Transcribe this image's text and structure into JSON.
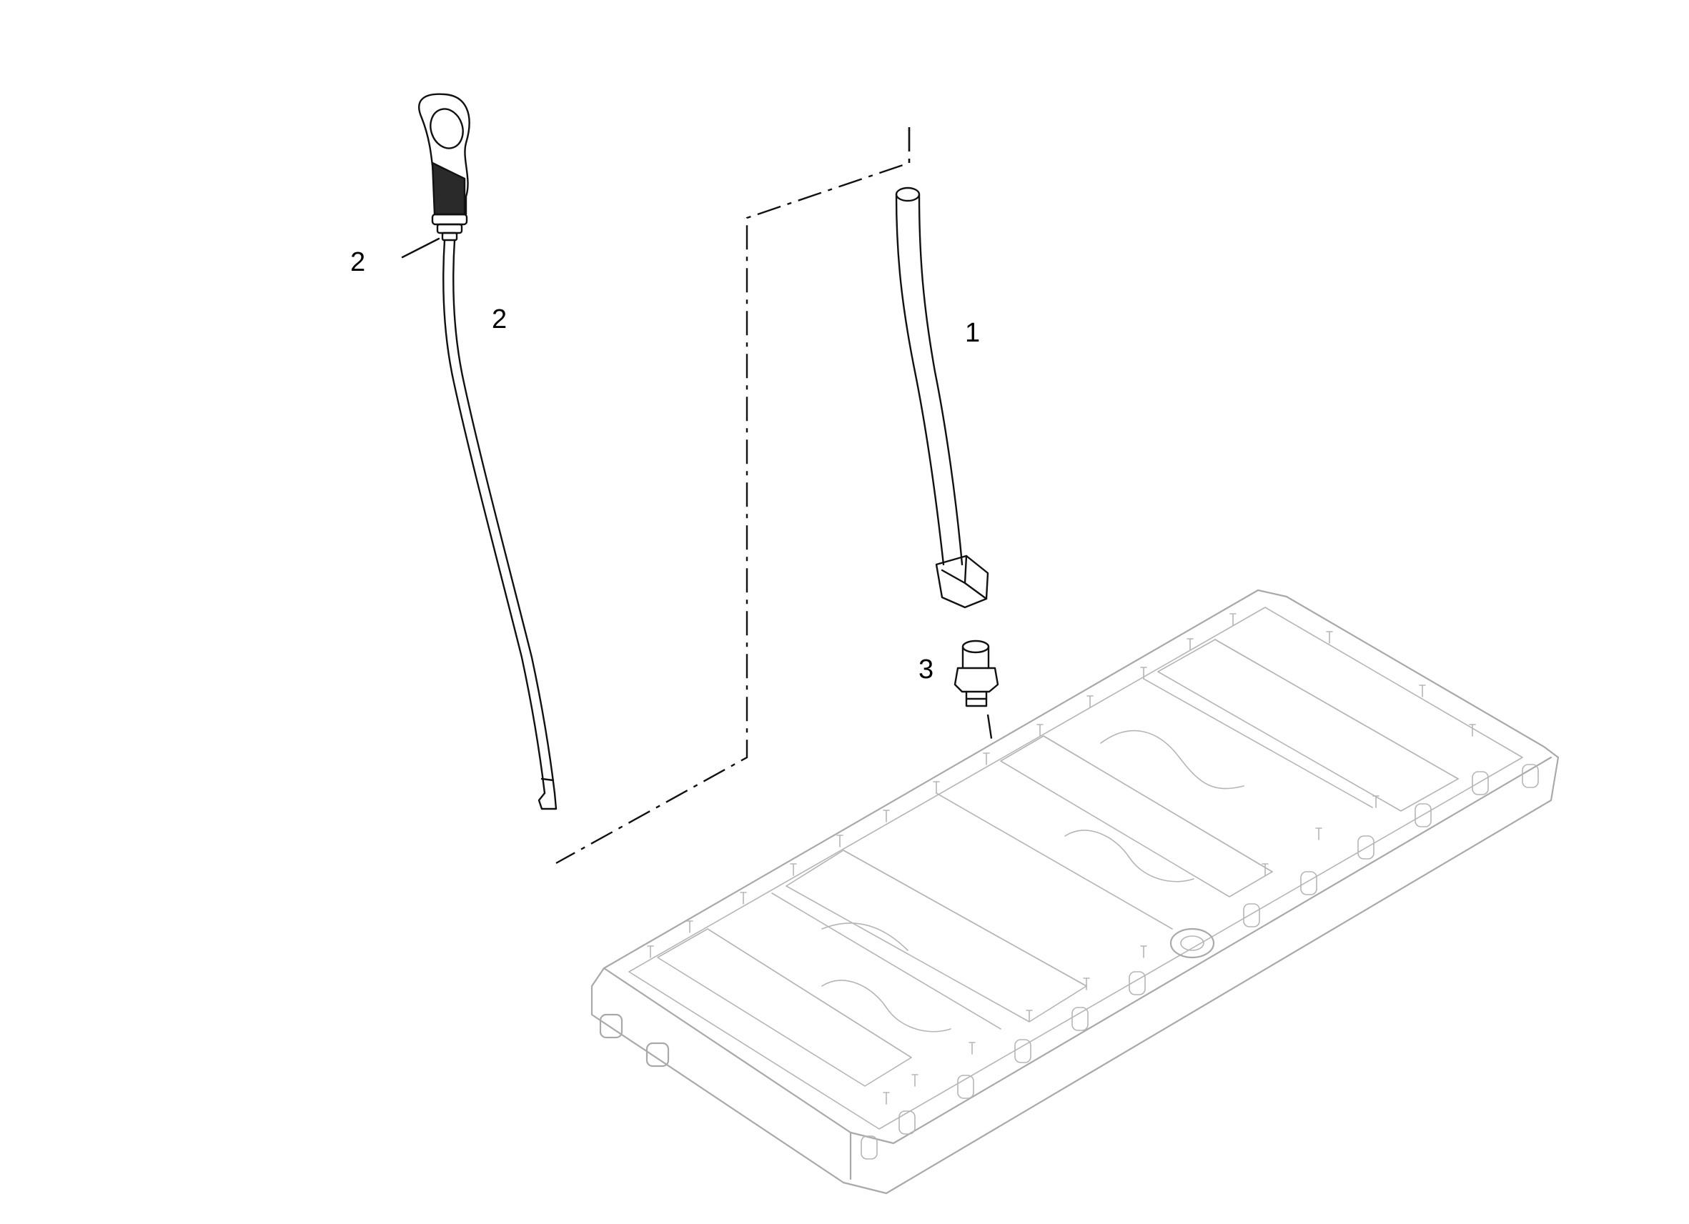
{
  "callouts": [
    {
      "id": "callout-2-upper",
      "text": "2"
    },
    {
      "id": "callout-2-lower",
      "text": "2"
    },
    {
      "id": "callout-1",
      "text": "1"
    },
    {
      "id": "callout-3",
      "text": "3"
    }
  ],
  "parts": [
    {
      "name": "dipstick-guide-tube",
      "callout": "1"
    },
    {
      "name": "dipstick",
      "callout": "2"
    },
    {
      "name": "adapter-fitting",
      "callout": "3"
    },
    {
      "name": "oil-pan"
    }
  ],
  "colors": {
    "line": "#111111",
    "pan": "#a9a9a9",
    "background": "#ffffff"
  }
}
